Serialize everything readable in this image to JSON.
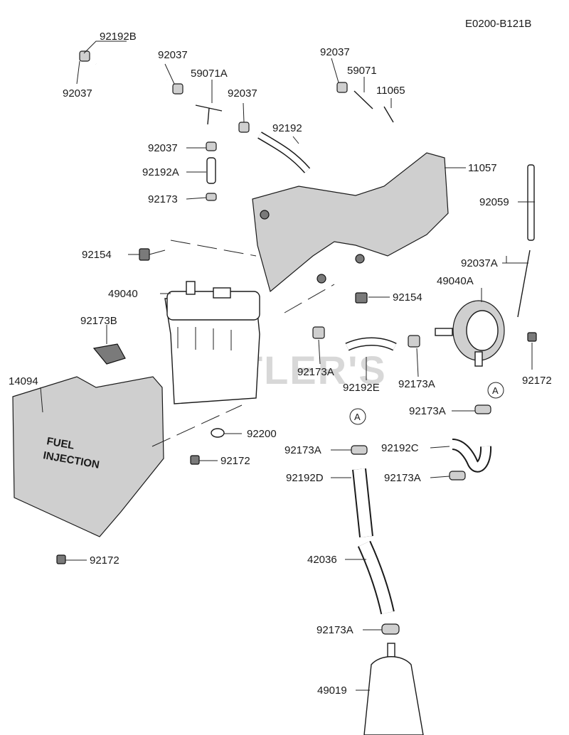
{
  "diagram_code": "E0200-B121B",
  "watermark": "CUTLER'S",
  "ref_marker": "A",
  "cover_text": [
    "FUEL",
    "INJECTION"
  ],
  "parts": {
    "p92192B": "92192B",
    "p92037_a": "92037",
    "p92037_b": "92037",
    "p92037_c": "92037",
    "p92037_d": "92037",
    "p92037_e": "92037",
    "p59071A": "59071A",
    "p59071": "59071",
    "p11065": "11065",
    "p92192": "92192",
    "p92192A": "92192A",
    "p92173": "92173",
    "p11057": "11057",
    "p92059": "92059",
    "p92154_a": "92154",
    "p92154_b": "92154",
    "p92037A": "92037A",
    "p49040A": "49040A",
    "p49040": "49040",
    "p92173B": "92173B",
    "p92173A_a": "92173A",
    "p92173A_b": "92173A",
    "p92173A_c": "92173A",
    "p92173A_d": "92173A",
    "p92173A_e": "92173A",
    "p92173A_f": "92173A",
    "p92192E": "92192E",
    "p92172_a": "92172",
    "p92172_b": "92172",
    "p92172_c": "92172",
    "p14094": "14094",
    "p92200": "92200",
    "p92192C": "92192C",
    "p92192D": "92192D",
    "p42036": "42036",
    "p49019": "49019"
  }
}
